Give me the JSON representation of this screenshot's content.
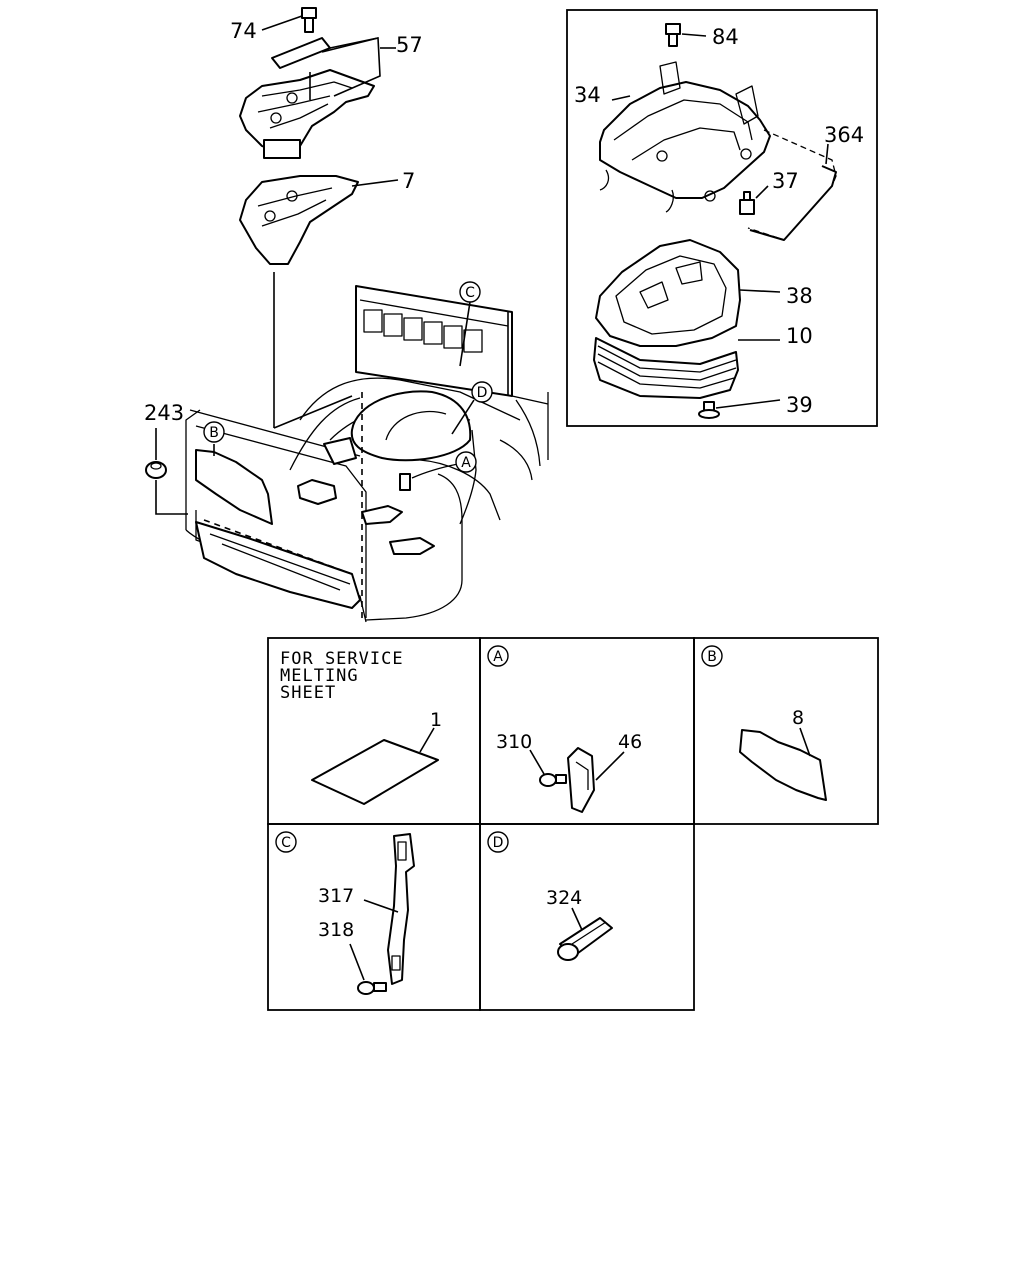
{
  "parts": {
    "p74": "74",
    "p57": "57",
    "p7": "7",
    "p84": "84",
    "p34": "34",
    "p364": "364",
    "p37": "37",
    "p38": "38",
    "p10": "10",
    "p39": "39",
    "p243": "243",
    "p1": "1",
    "p310": "310",
    "p46": "46",
    "p8": "8",
    "p317": "317",
    "p318": "318",
    "p324": "324"
  },
  "callouts": {
    "a": "A",
    "b": "B",
    "c": "C",
    "d": "D"
  },
  "note": {
    "line1": "FOR SERVICE",
    "line2": "MELTING",
    "line3": "SHEET"
  }
}
